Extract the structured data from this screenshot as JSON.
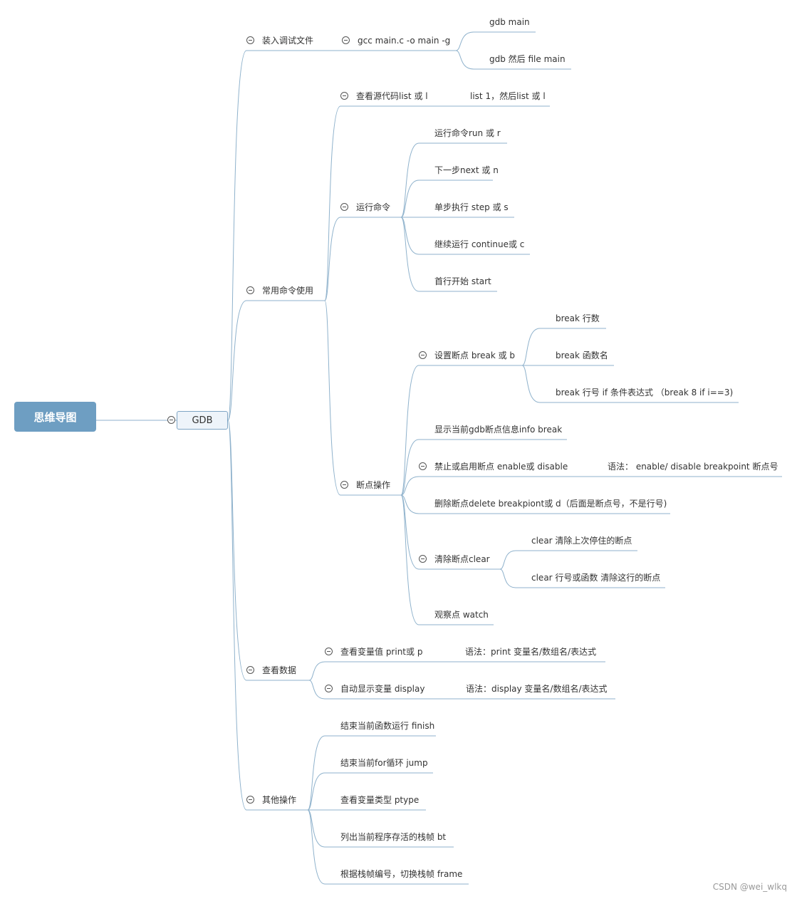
{
  "root": {
    "label": "思维导图"
  },
  "gdb": {
    "label": "GDB"
  },
  "branches": {
    "load": {
      "label": "装入调试文件",
      "compile": "gcc main.c -o main -g",
      "children": [
        "gdb main",
        "gdb 然后 file main"
      ]
    },
    "common": {
      "label": "常用命令使用",
      "view_src": {
        "label": "查看源代码list 或 l",
        "note": "list 1，然后list 或 l"
      },
      "run": {
        "label": "运行命令",
        "children": [
          "运行命令run 或 r",
          "下一步next 或 n",
          "单步执行 step 或 s",
          "继续运行 continue或 c",
          "首行开始 start"
        ]
      },
      "bp": {
        "label": "断点操作",
        "set": {
          "label": "设置断点 break 或 b",
          "children": [
            "break 行数",
            "break 函数名",
            "break 行号 if 条件表达式 （break 8 if i==3)"
          ]
        },
        "info": "显示当前gdb断点信息info break",
        "enable": {
          "label": "禁止或启用断点 enable或 disable",
          "note": "语法： enable/ disable breakpoint 断点号"
        },
        "delete": "删除断点delete breakpiont或 d（后面是断点号，不是行号)",
        "clear": {
          "label": "清除断点clear",
          "children": [
            "clear 清除上次停住的断点",
            "clear 行号或函数 清除这行的断点"
          ]
        },
        "watch": "观察点 watch"
      }
    },
    "data": {
      "label": "查看数据",
      "print": {
        "label": "查看变量值 print或 p",
        "note": "语法：print 变量名/数组名/表达式"
      },
      "display": {
        "label": "自动显示变量 display",
        "note": "语法：display 变量名/数组名/表达式"
      }
    },
    "other": {
      "label": "其他操作",
      "children": [
        "结束当前函数运行 finish",
        "结束当前for循环 jump",
        "查看变量类型 ptype",
        "列出当前程序存活的栈帧 bt",
        "根据栈帧编号，切换栈帧 frame"
      ]
    }
  },
  "watermark": "CSDN @wei_wlkq"
}
